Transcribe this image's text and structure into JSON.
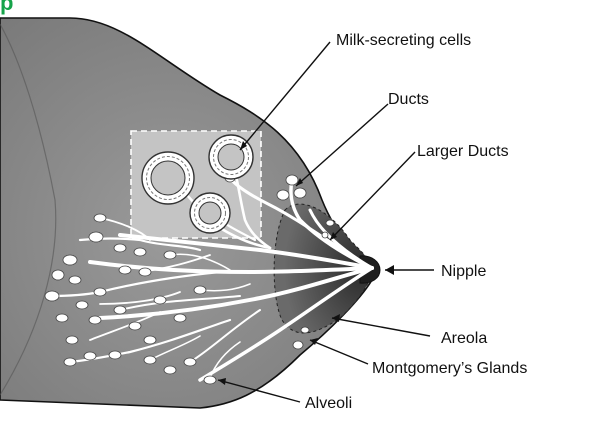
{
  "title": {
    "text": "p",
    "color": "#16a34a"
  },
  "labels": {
    "milk_cells": "Milk-secreting cells",
    "ducts": "Ducts",
    "larger_ducts": "Larger Ducts",
    "nipple": "Nipple",
    "areola": "Areola",
    "montgomery": "Montgomery’s Glands",
    "alveoli": "Alveoli"
  },
  "colors": {
    "tissue": "#8c8c8c",
    "tissue_dark": "#6f6f6f",
    "areola": "#5a5a5a",
    "inset": "#b9b9b9",
    "ducts": "#ffffff",
    "outline": "#111111"
  }
}
